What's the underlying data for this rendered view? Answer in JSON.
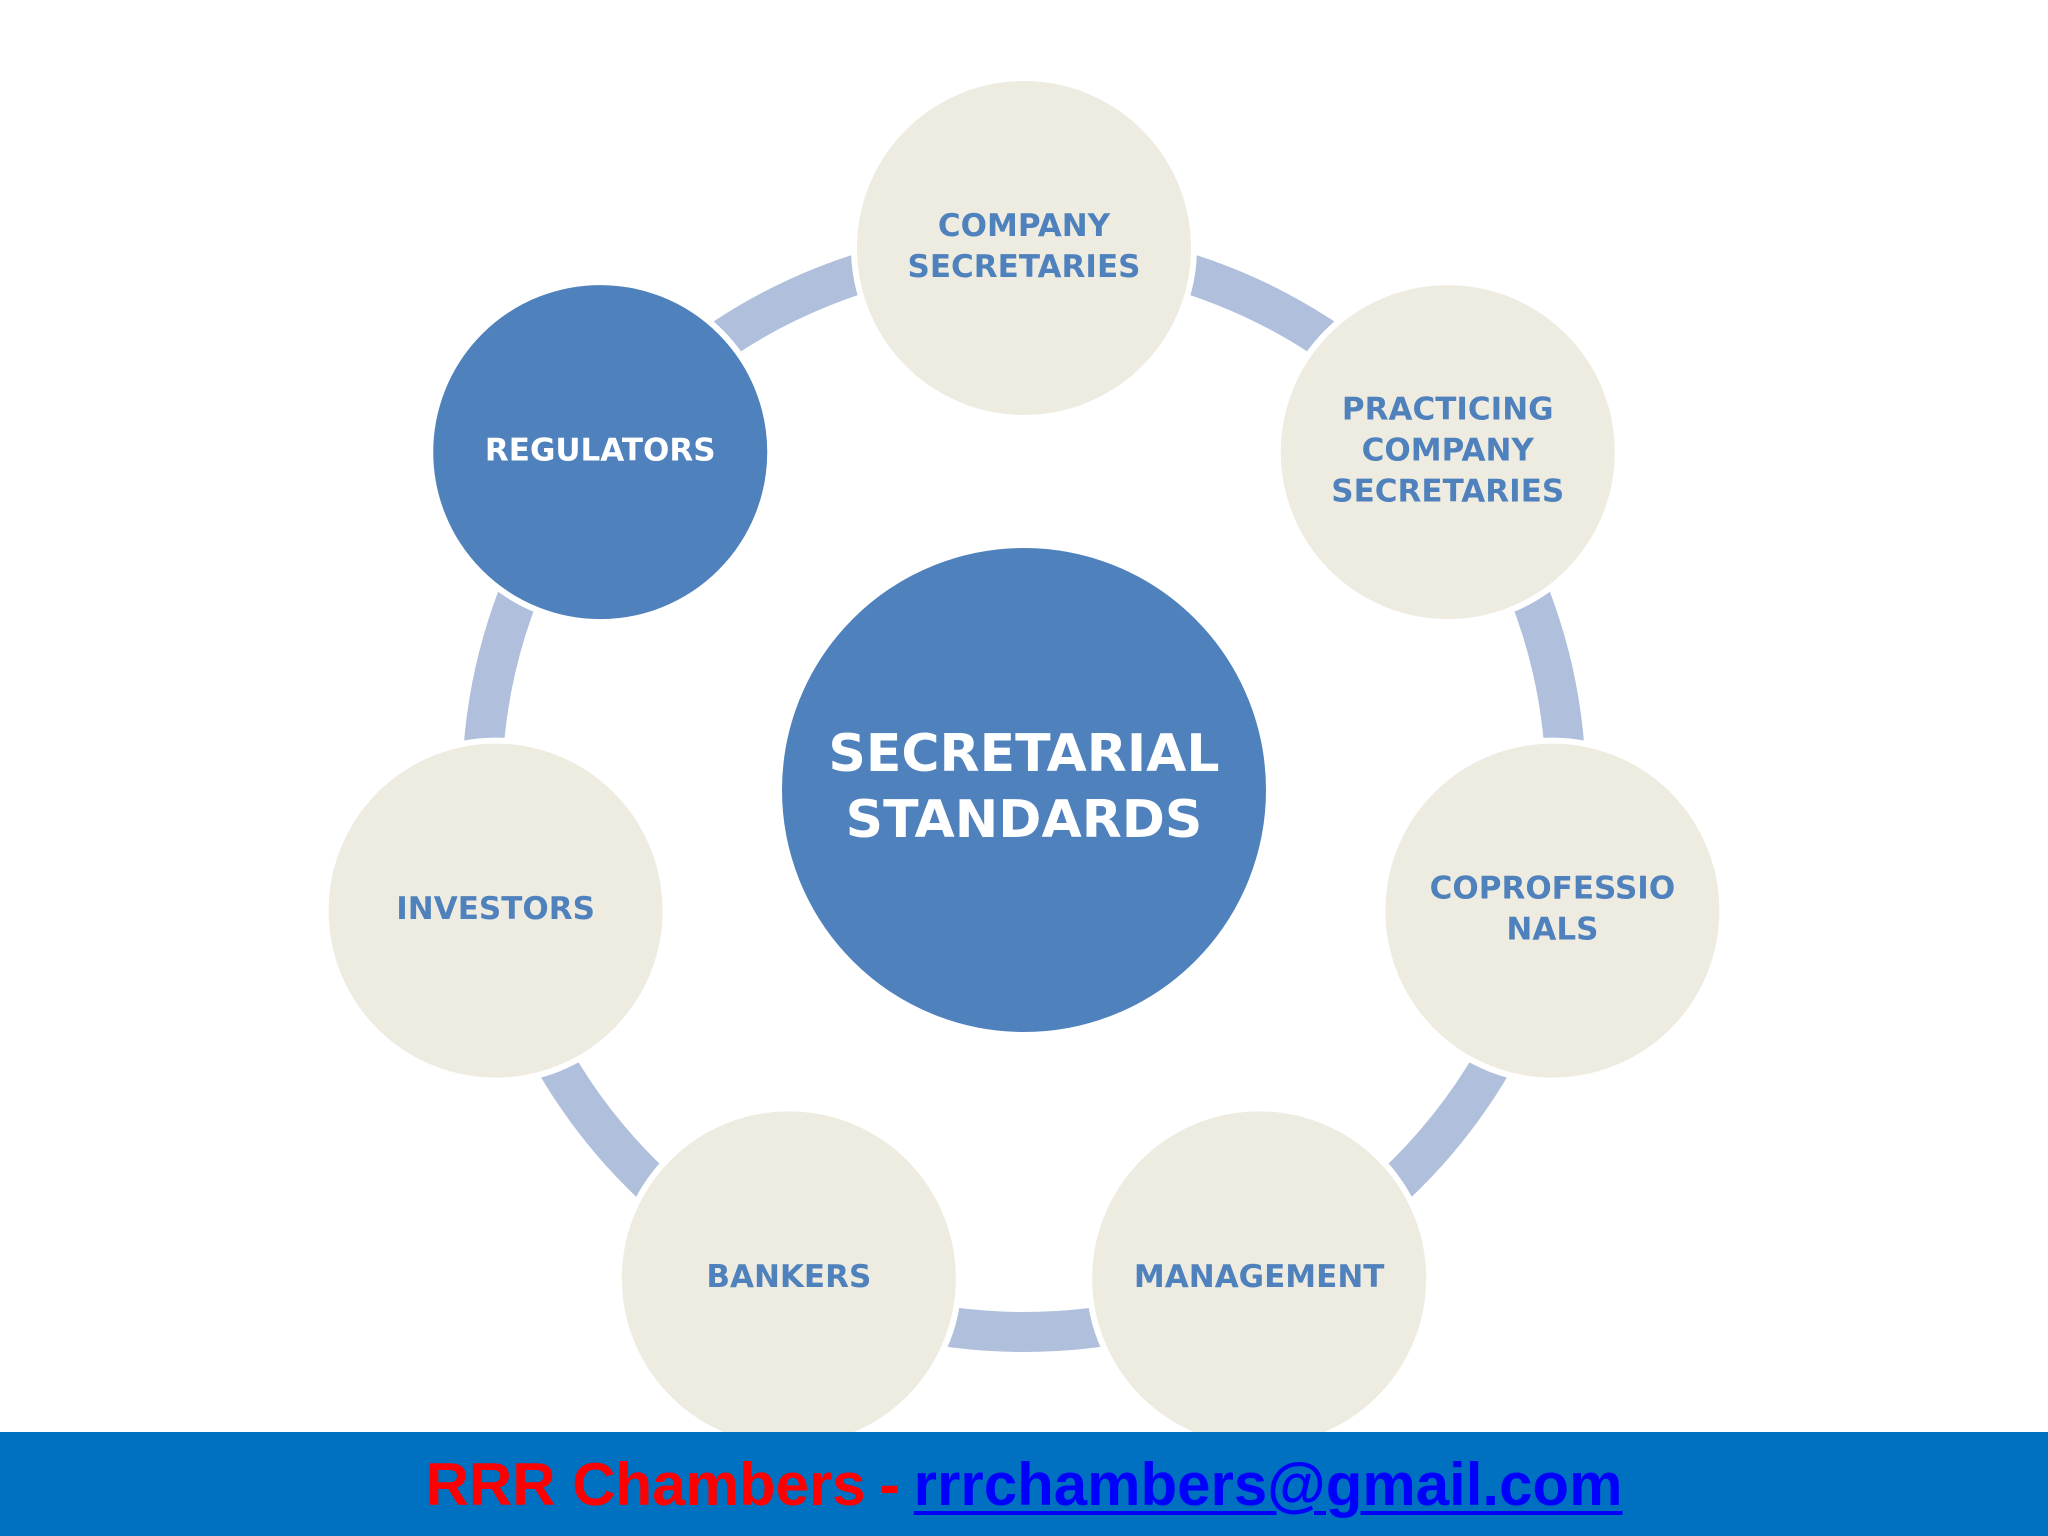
{
  "diagram": {
    "center": {
      "lines": [
        "SECRETARIAL",
        "STANDARDS"
      ]
    },
    "nodes": [
      {
        "id": "company-secretaries",
        "lines": [
          "COMPANY",
          "SECRETARIES"
        ],
        "style": "light"
      },
      {
        "id": "practicing-company-secretaries",
        "lines": [
          "PRACTICING",
          "COMPANY",
          "SECRETARIES"
        ],
        "style": "light"
      },
      {
        "id": "coprofessionals",
        "lines": [
          "COPROFESSIO",
          "NALS"
        ],
        "style": "light"
      },
      {
        "id": "management",
        "lines": [
          "MANAGEMENT"
        ],
        "style": "light"
      },
      {
        "id": "bankers",
        "lines": [
          "BANKERS"
        ],
        "style": "light"
      },
      {
        "id": "investors",
        "lines": [
          "INVESTORS"
        ],
        "style": "light"
      },
      {
        "id": "regulators",
        "lines": [
          "REGULATORS"
        ],
        "style": "dark"
      }
    ],
    "colors": {
      "dark_fill": "#4f81bd",
      "light_fill": "#eeece1",
      "ring": "#afbfdc",
      "light_text": "#4f81bd",
      "dark_text": "#ffffff"
    }
  },
  "footer": {
    "name": "RRR Chambers",
    "separator": "-",
    "email": "rrrchambers@gmail.com",
    "colors": {
      "background": "#0070c0",
      "name": "#ff0000",
      "email": "#0000ff"
    }
  }
}
